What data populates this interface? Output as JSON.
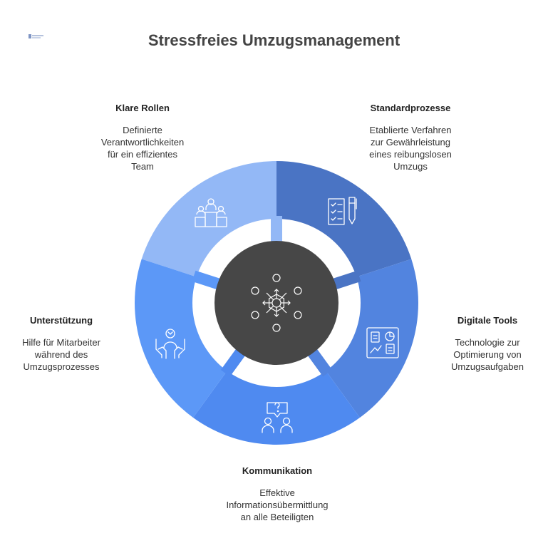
{
  "title": "Stressfreies Umzugsmanagement",
  "center_icon": "network-hub-icon",
  "segments": [
    {
      "key": "klare-rollen",
      "title": "Klare Rollen",
      "description": "Definierte\nVerantwortlichkeiten\nfür ein effizientes\nTeam",
      "icon": "podium-people-icon",
      "color": "#93b8f6"
    },
    {
      "key": "standardprozesse",
      "title": "Standardprozesse",
      "description": "Etablierte Verfahren\nzur Gewährleistung\neines reibungslosen\nUmzugs",
      "icon": "checklist-pen-icon",
      "color": "#4a74c4"
    },
    {
      "key": "digitale-tools",
      "title": "Digitale Tools",
      "description": "Technologie zur\nOptimierung von\nUmzugsaufgaben",
      "icon": "dashboard-icon",
      "color": "#5284df"
    },
    {
      "key": "kommunikation",
      "title": "Kommunikation",
      "description": "Effektive\nInformationsübermittlung\nan alle Beteiligten",
      "icon": "chat-people-icon",
      "color": "#4f8af0"
    },
    {
      "key": "unterstuetzung",
      "title": "Unterstützung",
      "description": "Hilfe für Mitarbeiter\nwährend des\nUmzugsprozesses",
      "icon": "helping-hands-icon",
      "color": "#5c98f7"
    }
  ],
  "colors": {
    "hub": "#474747",
    "stroke": "#ffffff",
    "logo": "#9ab0d8"
  }
}
